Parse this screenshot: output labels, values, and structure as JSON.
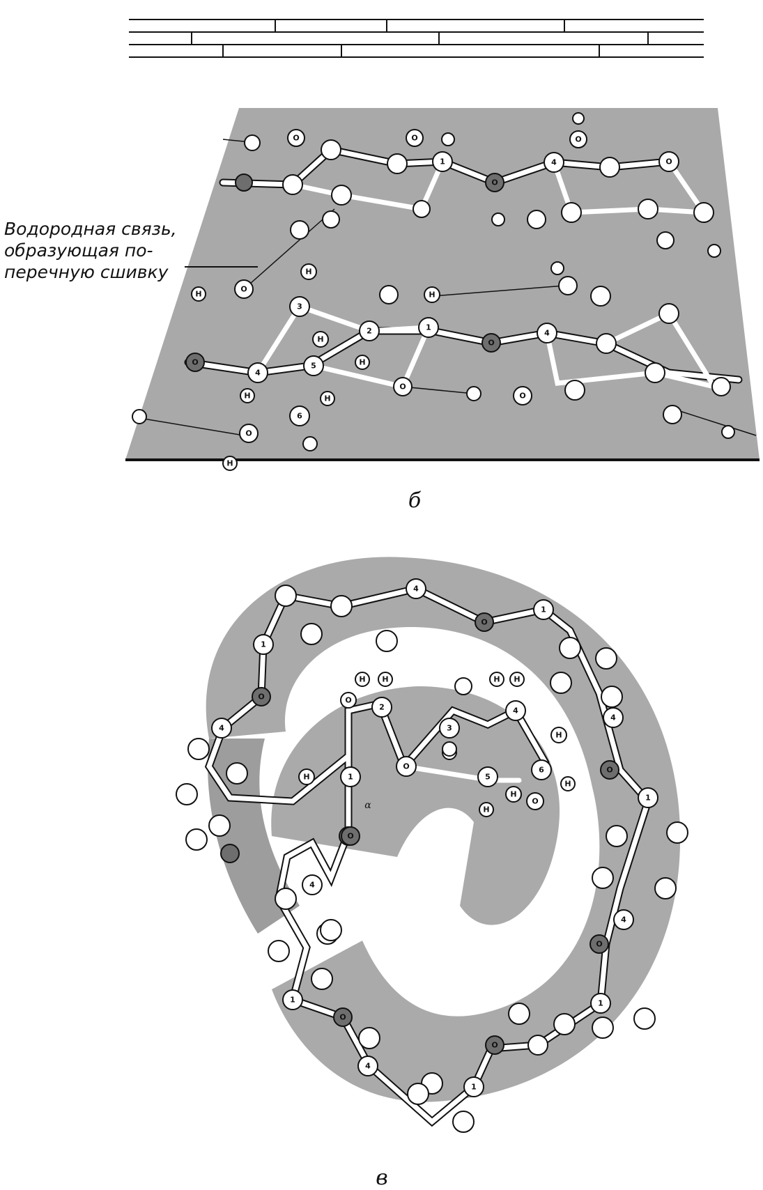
{
  "annotation": {
    "lines": [
      "Водородная связь,",
      "образующая по-",
      "перечную сшивку"
    ]
  },
  "panels": {
    "b_label": "б",
    "c_label": "в"
  },
  "alpha_label": "α",
  "colors": {
    "background": "#ffffff",
    "sheet": "#a9a9a9",
    "helix_band": "#aaaaaa",
    "atom_fill": "#ffffff",
    "oxygen_bridge": "#6e6e6e",
    "bond": "#ffffff",
    "outline": "#111111"
  },
  "atoms_b": [
    "O",
    "O",
    "O",
    "1",
    "O",
    "4",
    "O",
    "O",
    "3",
    "2",
    "1",
    "4",
    "O",
    "O",
    "4",
    "5",
    "O",
    "O",
    "6",
    "O",
    "H",
    "H",
    "H",
    "H",
    "H",
    "H",
    "H",
    "H"
  ],
  "atoms_c": [
    "4",
    "O",
    "1",
    "1",
    "O",
    "4",
    "2",
    "3",
    "4",
    "H",
    "H",
    "H",
    "H",
    "H",
    "O",
    "1",
    "O",
    "5",
    "6",
    "H",
    "H",
    "O",
    "H",
    "H",
    "O",
    "4",
    "1",
    "O",
    "4",
    "1",
    "O",
    "1",
    "O",
    "4",
    "1",
    "4",
    "O",
    "α"
  ]
}
